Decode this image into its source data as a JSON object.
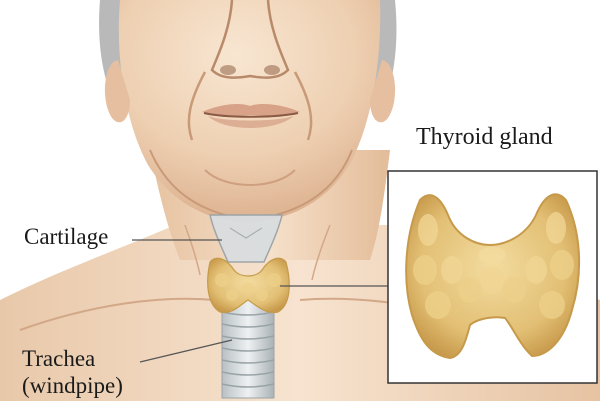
{
  "title": "Thyroid gland",
  "labels": {
    "cartilage": "Cartilage",
    "trachea": "Trachea",
    "windpipe": "(windpipe)"
  },
  "colors": {
    "skin_light": "#f4dcc4",
    "skin_mid": "#e8c4a2",
    "skin_shadow": "#d9aa86",
    "hair": "#b9b9b9",
    "gland": "#e6c67c",
    "gland_dark": "#c69a4a",
    "cartilage": "#d9dde0",
    "inset_border": "#333333",
    "leader": "#555555"
  }
}
